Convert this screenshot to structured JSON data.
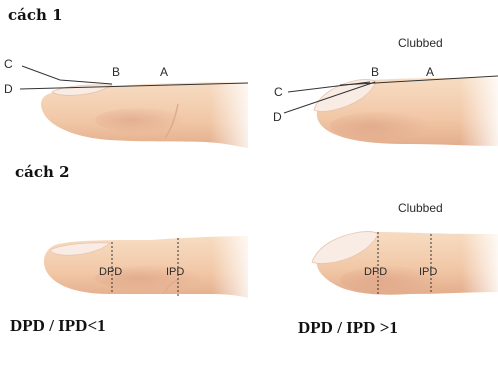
{
  "method1": {
    "heading": "cách 1",
    "normal": {
      "label_c": "C",
      "label_d": "D",
      "label_b": "B",
      "label_a": "A"
    },
    "clubbed": {
      "title": "Clubbed",
      "label_c": "C",
      "label_d": "D",
      "label_b": "B",
      "label_a": "A"
    }
  },
  "method2": {
    "heading": "cách 2",
    "normal": {
      "label_dpd": "DPD",
      "label_ipd": "IPD",
      "caption": "DPD / IPD<1"
    },
    "clubbed": {
      "title": "Clubbed",
      "label_dpd": "DPD",
      "label_ipd": "IPD",
      "caption": "DPD / IPD >1"
    }
  },
  "colors": {
    "skin": "#f3cfae",
    "skin_shadow": "#d9a98a",
    "nail": "#f7e6da",
    "line": "#333333"
  }
}
